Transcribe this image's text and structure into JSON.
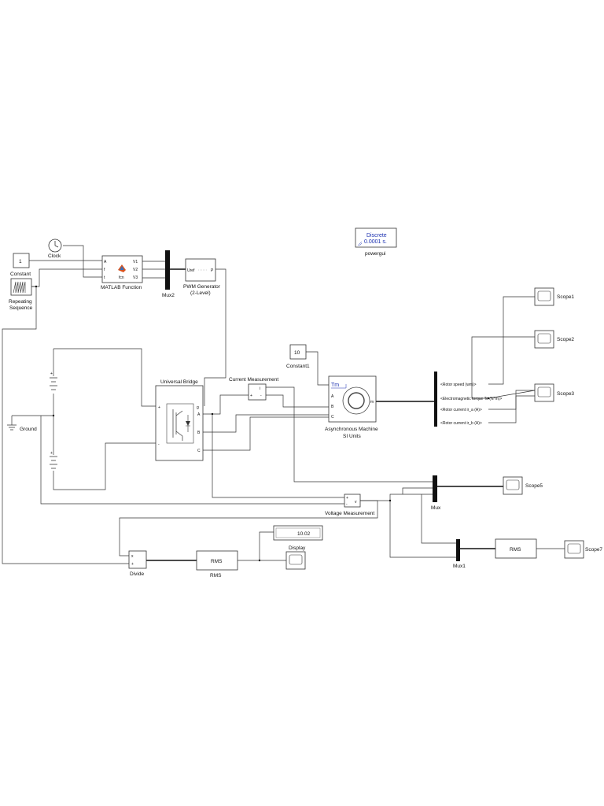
{
  "blocks": {
    "clock": "Clock",
    "constant": {
      "value": "1",
      "name": "Constant"
    },
    "repeating_sequence": {
      "line1": "Repeating",
      "line2": "Sequence"
    },
    "matlab_function": {
      "name": "MATLAB Function",
      "ports_in": [
        "A",
        "f",
        "t"
      ],
      "ports_out": [
        "V1",
        "V2",
        "V3"
      ],
      "body": "fcn"
    },
    "mux2": "Mux2",
    "pwm_generator": {
      "line1": "PWM Generator",
      "line2": "(2-Level)",
      "port_in": "Uref",
      "port_out": "P"
    },
    "powergui": {
      "line1": "Discrete",
      "line2": "0.0001 s.",
      "name": "powergui"
    },
    "constant1": {
      "value": "10",
      "name": "Constant1"
    },
    "universal_bridge": {
      "name": "Universal Bridge",
      "ports": [
        "g",
        "+",
        "-",
        "A",
        "B",
        "C"
      ]
    },
    "current_measurement": {
      "name": "Current Measurement",
      "ports": [
        "i",
        "+",
        "-"
      ]
    },
    "asynchronous_machine": {
      "line1": "Asynchronous Machine",
      "line2": "SI Units",
      "ports": [
        "Tm",
        "A",
        "B",
        "C",
        "m"
      ]
    },
    "ground": "Ground",
    "bus_selector": {
      "signals": [
        "<Rotor speed (wm)>",
        "<Electromagnetic torque Te (N*m)>",
        "<Rotor current ir_a (A)>",
        "<Rotor current ir_b (A)>"
      ]
    },
    "scopes": [
      "Scope1",
      "Scope2",
      "Scope3",
      "Scope5",
      "Scope7"
    ],
    "mux": "Mux",
    "mux1": "Mux1",
    "voltage_measurement": {
      "name": "Voltage Measurement",
      "port_out": "v"
    },
    "display": {
      "value": "10.02",
      "name": "Display"
    },
    "divide": {
      "name": "Divide",
      "ops": [
        "x",
        "+"
      ]
    },
    "rms1": {
      "label": "RMS",
      "name": "RMS"
    },
    "rms2": {
      "label": "RMS"
    }
  }
}
